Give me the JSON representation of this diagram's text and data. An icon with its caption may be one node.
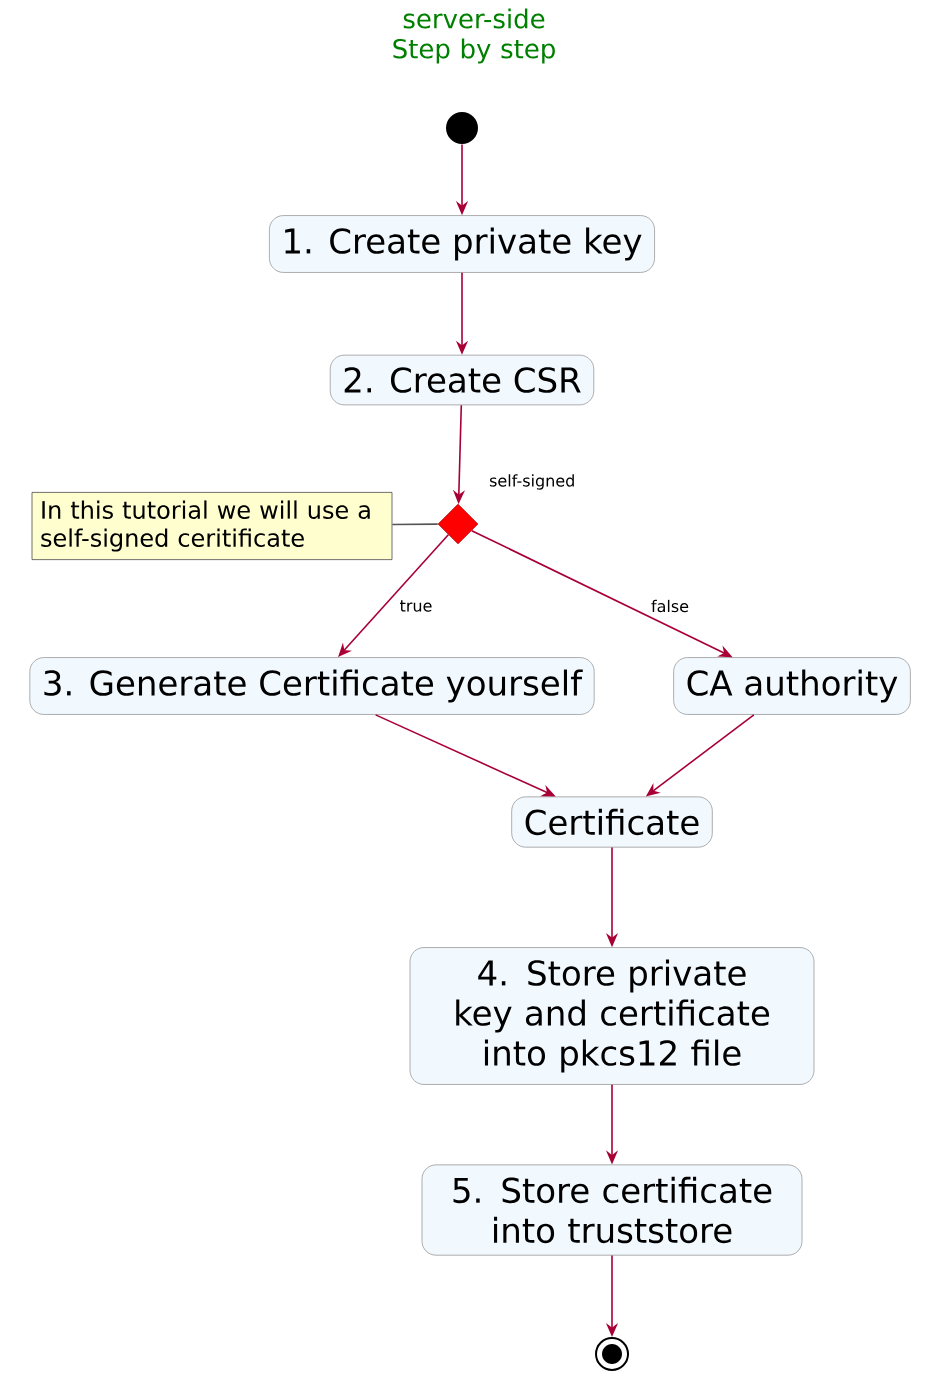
{
  "diagram": {
    "title": "server-side Step by step",
    "nodes": [
      {
        "text": [],
        "shape": "circle"
      },
      {
        "text": [
          "1. Create private key"
        ]
      },
      {
        "text": [
          "2. Create CSR"
        ]
      },
      {
        "text": [],
        "shape": "diamond",
        "beside": [
          "self-signed"
        ]
      },
      {
        "text": [
          "In this tutorial we will use a self-signed ceritificate"
        ]
      },
      {
        "text": [
          "3. Generate Certificate yourself"
        ]
      },
      {
        "text": [
          "CA authority"
        ]
      },
      {
        "text": [
          "Certificate"
        ]
      },
      {
        "text": [
          "4. Store private key and certificate into pkcs12 file"
        ]
      },
      {
        "text": [
          "5. Store certificate into truststore"
        ]
      },
      {
        "text": [],
        "shape": "circle"
      }
    ],
    "edges": [
      {
        "from": 0,
        "to": 1,
        "arrow": "to"
      },
      {
        "from": 1,
        "to": 2,
        "arrow": "to"
      },
      {
        "from": 2,
        "to": 3,
        "arrow": "to"
      },
      {
        "from": 4,
        "to": 3,
        "arrow": "none",
        "color": "#555555"
      },
      {
        "from": 3,
        "to": 5,
        "arrow": "to",
        "label": "true"
      },
      {
        "from": 3,
        "to": 6,
        "arrow": "to",
        "label": "false"
      },
      {
        "from": 5,
        "to": 7,
        "arrow": "to"
      },
      {
        "from": 6,
        "to": 7,
        "arrow": "to"
      },
      {
        "from": 7,
        "to": 8,
        "arrow": "to"
      },
      {
        "from": 8,
        "to": 9,
        "arrow": "to"
      },
      {
        "from": 9,
        "to": 10,
        "arrow": "to"
      }
    ]
  }
}
